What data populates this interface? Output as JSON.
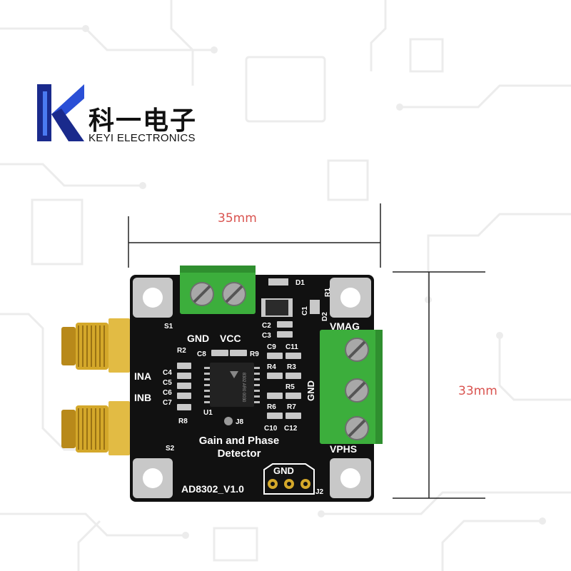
{
  "brand": {
    "logo_letter": "K",
    "name_cn": "科一电子",
    "name_en": "KEYI ELECTRONICS",
    "accent_color": "#2a4fd6",
    "accent_color_dark": "#1a2a8c"
  },
  "dimensions": {
    "width_label": "35mm",
    "height_label": "33mm",
    "label_color": "#d9534f"
  },
  "board": {
    "title_line1": "Gain and Phase",
    "title_line2": "Detector",
    "model": "AD8302_V1.0",
    "pcb_color": "#111111",
    "terminal_color": "#3cae3c",
    "sma_color": "#d4a82a",
    "labels": {
      "gnd_top": "GND",
      "vcc": "VCC",
      "vmag": "VMAG",
      "vphs": "VPHS",
      "gnd_right": "GND",
      "gnd_bottom": "GND",
      "ina": "INA",
      "inb": "INB",
      "s1": "S1",
      "s2": "S2",
      "u1": "U1",
      "j8": "J8",
      "j2": "J2",
      "d1": "D1",
      "d2": "D2",
      "r1": "R1",
      "c1": "C1",
      "c2": "C2",
      "c3": "C3",
      "c4": "C4",
      "c5": "C5",
      "c6": "C6",
      "c7": "C7",
      "c8": "C8",
      "c9": "C9",
      "c10": "C10",
      "c11": "C11",
      "c12": "C12",
      "r2": "R2",
      "r3": "R3",
      "r4": "R4",
      "r5": "R5",
      "r6": "R6",
      "r7": "R7",
      "r8": "R8",
      "r9": "R9",
      "chip_marking": "8302 AR0 0030"
    }
  }
}
